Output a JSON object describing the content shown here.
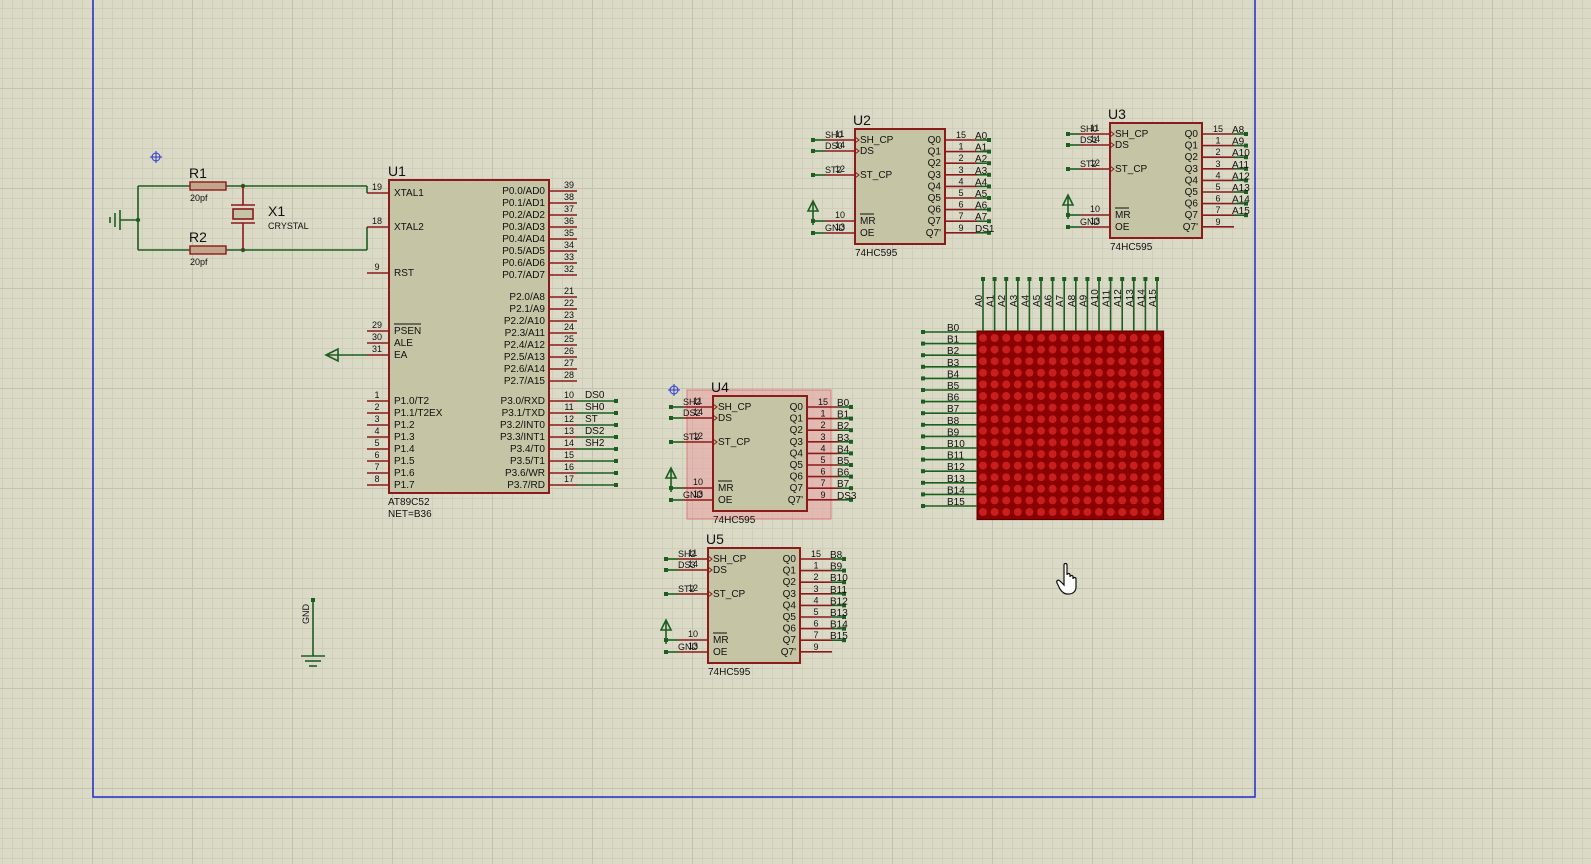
{
  "colors": {
    "background": "#dbdac6",
    "component_body": "#c5c4a4",
    "outline": "#8b1a1a",
    "wire": "#1b5e20",
    "sheet_border": "#1f2bd0",
    "led": "#b91c1c",
    "led_panel": "#8b0000",
    "selection": "#e8a0a0"
  },
  "crystal": {
    "r1": {
      "ref": "R1",
      "value": "20pf"
    },
    "r2": {
      "ref": "R2",
      "value": "20pf"
    },
    "x1": {
      "ref": "X1",
      "value": "CRYSTAL"
    }
  },
  "u1": {
    "ref": "U1",
    "part": "AT89C52",
    "net": "NET=B36",
    "left_pins": [
      {
        "num": "19",
        "name": "XTAL1"
      },
      {
        "num": "18",
        "name": "XTAL2"
      },
      {
        "num": "9",
        "name": "RST"
      },
      {
        "num": "29",
        "name": "PSEN"
      },
      {
        "num": "30",
        "name": "ALE"
      },
      {
        "num": "31",
        "name": "EA"
      },
      {
        "num": "1",
        "name": "P1.0/T2"
      },
      {
        "num": "2",
        "name": "P1.1/T2EX"
      },
      {
        "num": "3",
        "name": "P1.2"
      },
      {
        "num": "4",
        "name": "P1.3"
      },
      {
        "num": "5",
        "name": "P1.4"
      },
      {
        "num": "6",
        "name": "P1.5"
      },
      {
        "num": "7",
        "name": "P1.6"
      },
      {
        "num": "8",
        "name": "P1.7"
      }
    ],
    "right_pins": [
      {
        "num": "39",
        "name": "P0.0/AD0"
      },
      {
        "num": "38",
        "name": "P0.1/AD1"
      },
      {
        "num": "37",
        "name": "P0.2/AD2"
      },
      {
        "num": "36",
        "name": "P0.3/AD3"
      },
      {
        "num": "35",
        "name": "P0.4/AD4"
      },
      {
        "num": "34",
        "name": "P0.5/AD5"
      },
      {
        "num": "33",
        "name": "P0.6/AD6"
      },
      {
        "num": "32",
        "name": "P0.7/AD7"
      },
      {
        "num": "21",
        "name": "P2.0/A8"
      },
      {
        "num": "22",
        "name": "P2.1/A9"
      },
      {
        "num": "23",
        "name": "P2.2/A10"
      },
      {
        "num": "24",
        "name": "P2.3/A11"
      },
      {
        "num": "25",
        "name": "P2.4/A12"
      },
      {
        "num": "26",
        "name": "P2.5/A13"
      },
      {
        "num": "27",
        "name": "P2.6/A14"
      },
      {
        "num": "28",
        "name": "P2.7/A15"
      },
      {
        "num": "10",
        "name": "P3.0/RXD",
        "net": "DS0"
      },
      {
        "num": "11",
        "name": "P3.1/TXD",
        "net": "SH0"
      },
      {
        "num": "12",
        "name": "P3.2/INT0",
        "net": "ST"
      },
      {
        "num": "13",
        "name": "P3.3/INT1",
        "net": "DS2"
      },
      {
        "num": "14",
        "name": "P3.4/T0",
        "net": "SH2"
      },
      {
        "num": "15",
        "name": "P3.5/T1",
        "net": ""
      },
      {
        "num": "16",
        "name": "P3.6/WR",
        "net": ""
      },
      {
        "num": "17",
        "name": "P3.7/RD",
        "net": ""
      }
    ]
  },
  "shift_registers": [
    {
      "ref": "U2",
      "part": "74HC595",
      "in_nets": [
        "SH0",
        "DS0",
        "ST2",
        "GND"
      ],
      "pin_nums": [
        "11",
        "14",
        "12",
        "10",
        "13"
      ],
      "outputs": [
        "A0",
        "A1",
        "A2",
        "A3",
        "A4",
        "A5",
        "A6",
        "A7",
        "DS1"
      ]
    },
    {
      "ref": "U3",
      "part": "74HC595",
      "in_nets": [
        "SH0",
        "DS1",
        "ST2",
        "GND"
      ],
      "pin_nums": [
        "11",
        "14",
        "12",
        "10",
        "13"
      ],
      "outputs": [
        "A8",
        "A9",
        "A10",
        "A11",
        "A12",
        "A13",
        "A14",
        "A15",
        ""
      ]
    },
    {
      "ref": "U4",
      "part": "74HC595",
      "in_nets": [
        "SH2",
        "DS2",
        "ST2",
        "GND"
      ],
      "pin_nums": [
        "11",
        "14",
        "12",
        "10",
        "13"
      ],
      "outputs": [
        "B0",
        "B1",
        "B2",
        "B3",
        "B4",
        "B5",
        "B6",
        "B7",
        "DS3"
      ]
    },
    {
      "ref": "U5",
      "part": "74HC595",
      "in_nets": [
        "SH2",
        "DS3",
        "ST2",
        "GND"
      ],
      "pin_nums": [
        "11",
        "14",
        "12",
        "10",
        "13"
      ],
      "outputs": [
        "B8",
        "B9",
        "B10",
        "B11",
        "B12",
        "B13",
        "B14",
        "B15",
        ""
      ]
    }
  ],
  "ic595_pins": {
    "left": [
      "SH_CP",
      "DS",
      "ST_CP",
      "MR",
      "OE"
    ],
    "right": [
      "Q0",
      "Q1",
      "Q2",
      "Q3",
      "Q4",
      "Q5",
      "Q6",
      "Q7",
      "Q7'"
    ],
    "right_nums": [
      "15",
      "1",
      "2",
      "3",
      "4",
      "5",
      "6",
      "7",
      "9"
    ]
  },
  "matrix": {
    "columns": [
      "A0",
      "A1",
      "A2",
      "A3",
      "A4",
      "A5",
      "A6",
      "A7",
      "A8",
      "A9",
      "A10",
      "A11",
      "A12",
      "A13",
      "A14",
      "A15"
    ],
    "rows": [
      "B0",
      "B1",
      "B2",
      "B3",
      "B4",
      "B5",
      "B6",
      "B7",
      "B8",
      "B9",
      "B10",
      "B11",
      "B12",
      "B13",
      "B14",
      "B15"
    ]
  },
  "gnd_terminal": {
    "label": "GND"
  }
}
